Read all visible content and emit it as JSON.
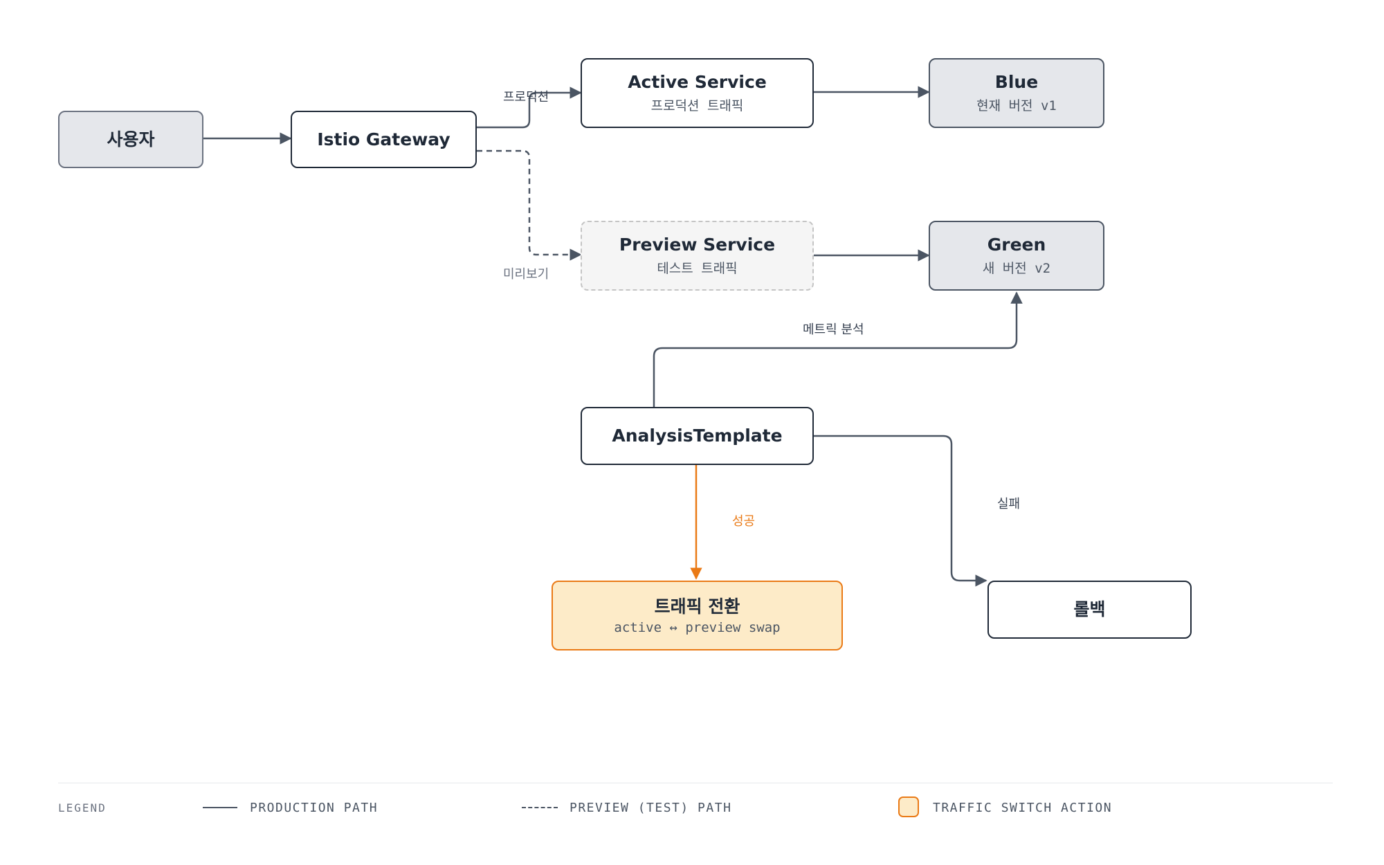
{
  "nodes": {
    "user": {
      "title": "사용자"
    },
    "gateway": {
      "title": "Istio Gateway"
    },
    "active": {
      "title": "Active Service",
      "subtitle": "프로덕션 트래픽"
    },
    "preview": {
      "title": "Preview Service",
      "subtitle": "테스트 트래픽"
    },
    "blue": {
      "title": "Blue",
      "subtitle": "현재 버전 v1"
    },
    "green": {
      "title": "Green",
      "subtitle": "새 버전 v2"
    },
    "analysis": {
      "title": "AnalysisTemplate"
    },
    "switch": {
      "title": "트래픽 전환",
      "subtitle": "active ↔ preview swap"
    },
    "rollback": {
      "title": "롤백"
    }
  },
  "edges": {
    "production": "프로덕션",
    "preview": "미리보기",
    "metrics": "메트릭 분석",
    "success": "성공",
    "failure": "실패"
  },
  "legend": {
    "heading": "LEGEND",
    "production": "PRODUCTION PATH",
    "preview": "PREVIEW (TEST) PATH",
    "traffic_switch": "TRAFFIC SWITCH ACTION"
  },
  "colors": {
    "stroke": "#4b5563",
    "node_border": "#1f2937",
    "accent_orange": "#ea7a16",
    "orange_fill": "#fdebc8",
    "grey_fill": "#e5e7eb",
    "preview_fill": "#f5f5f5"
  }
}
